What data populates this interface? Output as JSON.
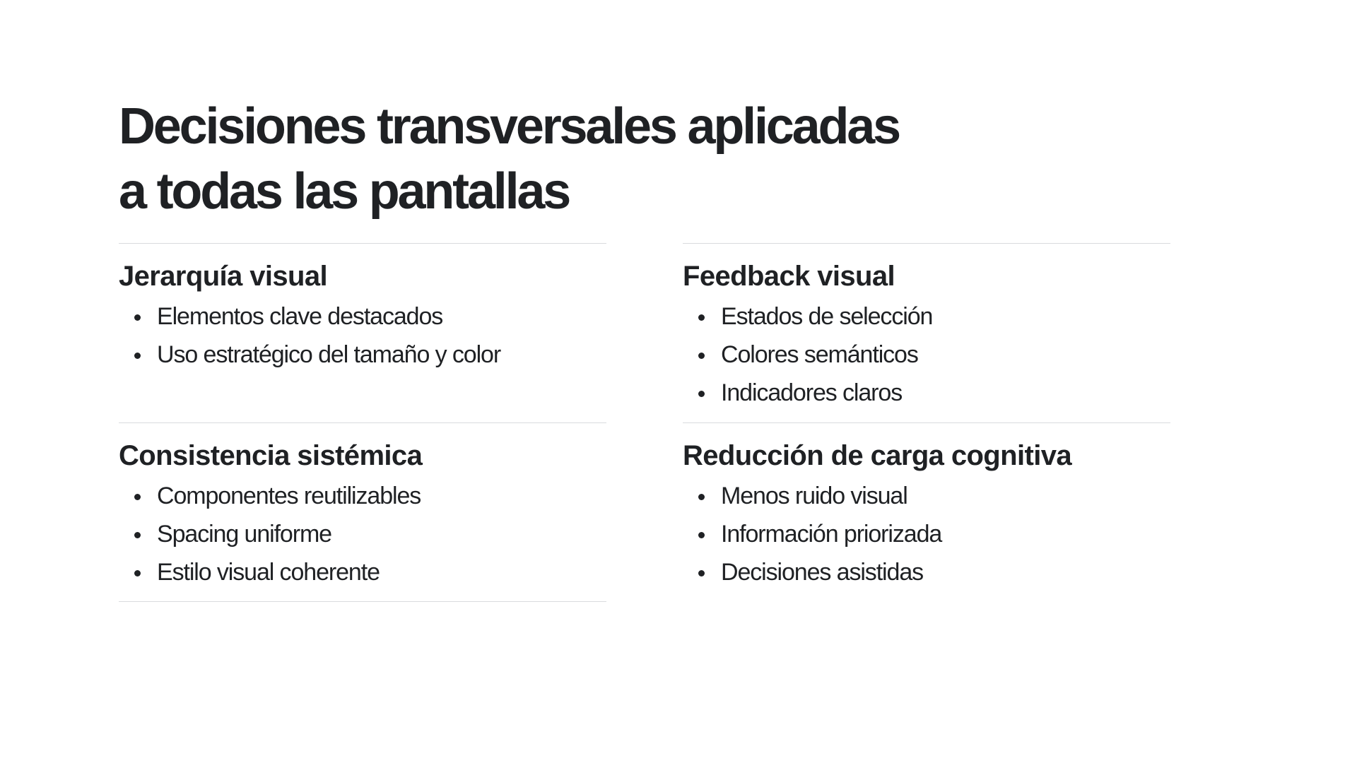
{
  "title": {
    "line1": "Decisiones transversales aplicadas",
    "line2": "a todas las pantallas"
  },
  "sections": [
    {
      "heading": "Jerarquía visual",
      "items": [
        "Elementos clave destacados",
        "Uso estratégico del tamaño y color"
      ]
    },
    {
      "heading": "Feedback visual",
      "items": [
        "Estados de selección",
        "Colores semánticos",
        "Indicadores claros"
      ]
    },
    {
      "heading": "Consistencia sistémica",
      "items": [
        "Componentes reutilizables",
        "Spacing uniforme",
        "Estilo visual coherente"
      ]
    },
    {
      "heading": "Reducción de carga cognitiva",
      "items": [
        "Menos ruido visual",
        "Información priorizada",
        "Decisiones asistidas"
      ]
    }
  ]
}
